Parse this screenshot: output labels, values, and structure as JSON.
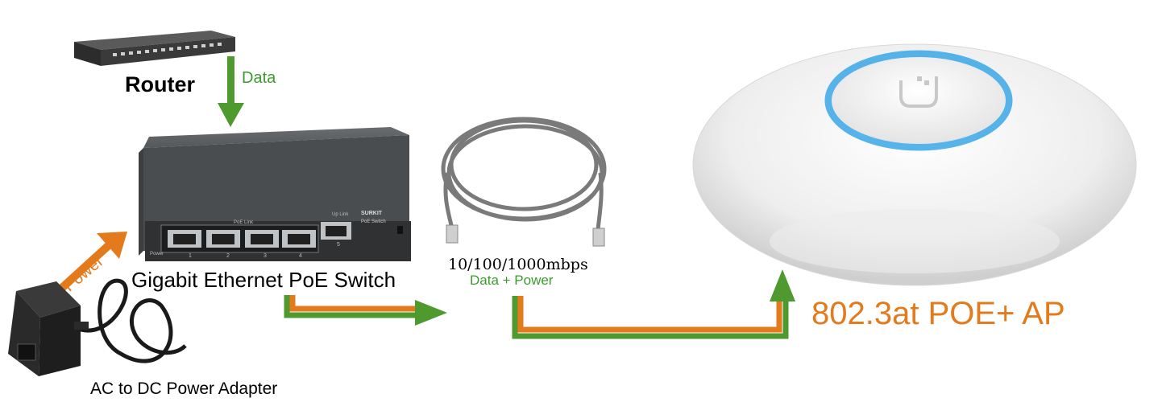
{
  "labels": {
    "router": "Router",
    "data": "Data",
    "switch": "Gigabit Ethernet PoE Switch",
    "power": "Power",
    "adapter": "AC to DC Power Adapter",
    "speed": "10/100/1000mbps",
    "data_power": "Data + Power",
    "ap": "802.3at POE+ AP"
  },
  "switch_panel": {
    "brand": "SURKIT",
    "type": "PoE Switch",
    "poe_link": "PoE Link",
    "up_link": "Up Link",
    "power_led": "Power",
    "port_numbers": [
      "1",
      "2",
      "3",
      "4",
      "5"
    ]
  },
  "colors": {
    "data_green": "#4e9a2e",
    "power_orange": "#e37a1c",
    "ap_glow": "#3aa7e6"
  }
}
